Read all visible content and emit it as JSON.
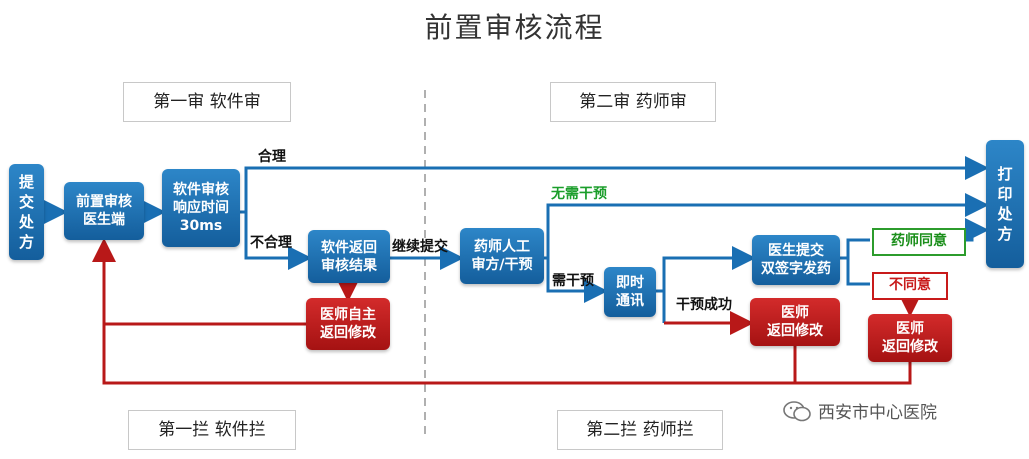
{
  "title": "前置审核流程",
  "sections": {
    "first_review": "第一审  软件审",
    "second_review": "第二审  药师审",
    "first_block": "第一拦  软件拦",
    "second_block": "第二拦  药师拦"
  },
  "nodes": {
    "submit": "提\n交\n处\n方",
    "doctor": "前置审核\n医生端",
    "software": "软件审核\n响应时间\n30ms",
    "software_return": "软件返回\n审核结果",
    "doctor_self_fix": "医师自主\n返回修改",
    "pharmacist": "药师人工\n审方/干预",
    "instant": "即时\n通讯",
    "doctor_submit": "医生提交\n双签字发药",
    "doctor_fix": "医师\n返回修改",
    "pharm_agree": "药师同意",
    "disagree": "不同意",
    "doctor_fix2": "医师\n返回修改",
    "print": "打\n印\n处\n方"
  },
  "edge_labels": {
    "reasonable": "合理",
    "unreasonable": "不合理",
    "continue_submit": "继续提交",
    "no_intervention": "无需干预",
    "need_intervention": "需干预",
    "intervention_success": "干预成功"
  },
  "watermark": "西安市中心医院",
  "colors": {
    "blue": "#1a6fb3",
    "red": "#b81818",
    "green": "#1b9e2b",
    "divider": "#b0b0b0"
  }
}
